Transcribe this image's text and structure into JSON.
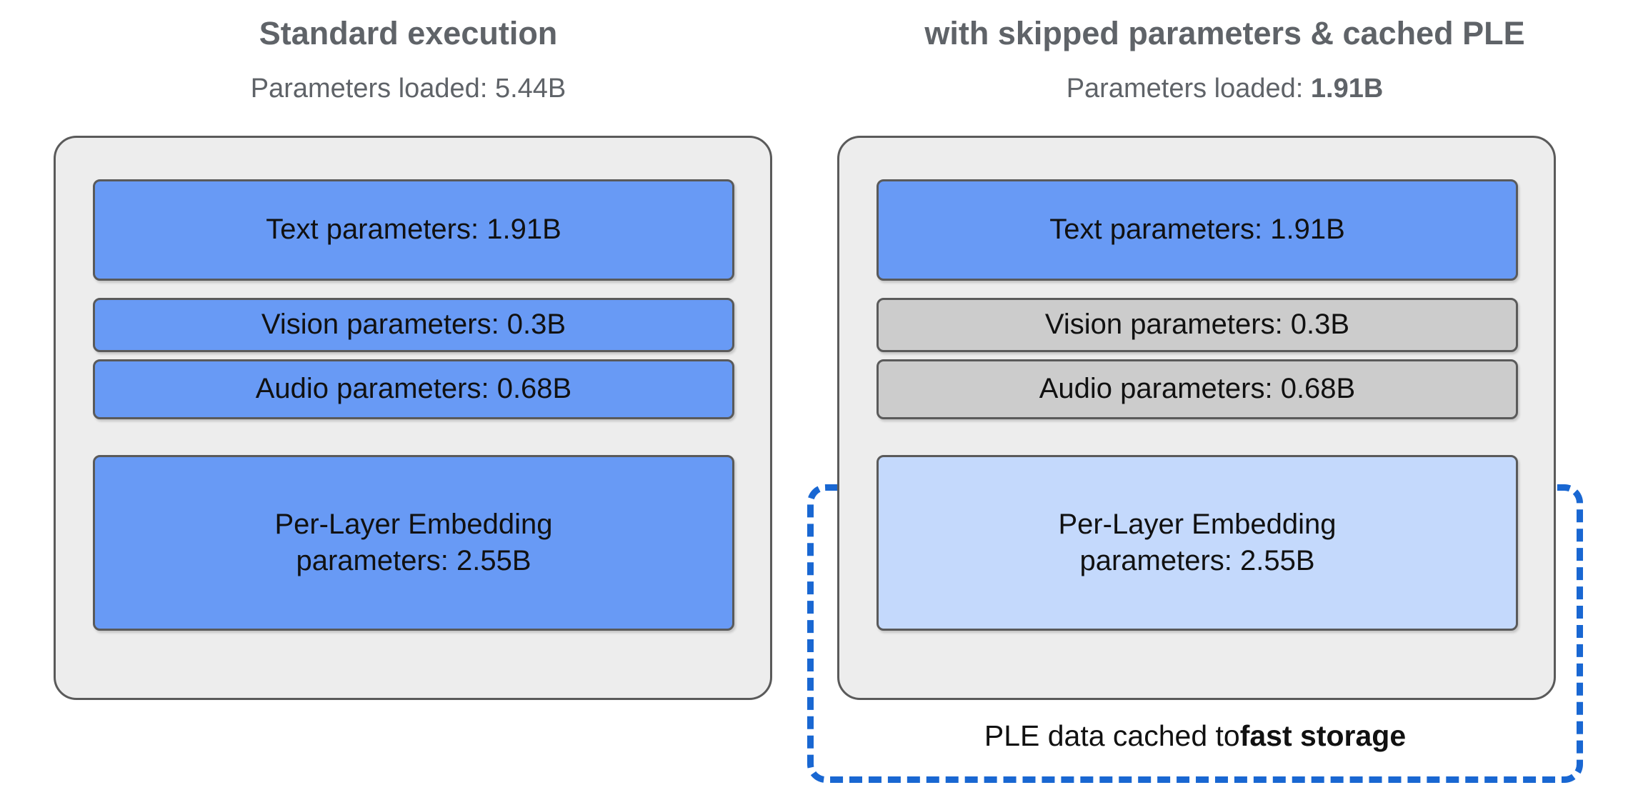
{
  "columns": [
    {
      "key": "standard",
      "title": "Standard execution",
      "subtitle_prefix": "Parameters loaded: ",
      "subtitle_value": "5.44B",
      "subtitle_value_bold": false,
      "blocks": [
        {
          "name": "text",
          "label": "Text parameters: 1.91B",
          "state": "loaded",
          "color": "#689AF5"
        },
        {
          "name": "vision",
          "label": "Vision parameters: 0.3B",
          "state": "loaded",
          "color": "#689AF5"
        },
        {
          "name": "audio",
          "label": "Audio parameters: 0.68B",
          "state": "loaded",
          "color": "#689AF5"
        },
        {
          "name": "ple",
          "label_line1": "Per-Layer Embedding",
          "label_line2": "parameters: 2.55B",
          "state": "loaded",
          "color": "#689AF5"
        }
      ]
    },
    {
      "key": "optimized",
      "title": "with skipped parameters & cached PLE",
      "subtitle_prefix": "Parameters loaded: ",
      "subtitle_value": "1.91B",
      "subtitle_value_bold": true,
      "blocks": [
        {
          "name": "text",
          "label": "Text parameters: 1.91B",
          "state": "loaded",
          "color": "#689AF5"
        },
        {
          "name": "vision",
          "label": "Vision parameters: 0.3B",
          "state": "skipped",
          "color": "#CCCCCC"
        },
        {
          "name": "audio",
          "label": "Audio parameters: 0.68B",
          "state": "skipped",
          "color": "#CCCCCC"
        },
        {
          "name": "ple",
          "label_line1": "Per-Layer Embedding",
          "label_line2": "parameters: 2.55B",
          "state": "cached",
          "color": "#C4D9FC"
        }
      ]
    }
  ],
  "cache_region": {
    "caption_prefix": "PLE data cached to ",
    "caption_emphasis": "fast storage",
    "border_color": "#1967D2",
    "border_style": "dashed"
  },
  "palette": {
    "loaded_blue": "#689AF5",
    "skipped_grey": "#CCCCCC",
    "cached_light_blue": "#C4D9FC",
    "panel_background": "#EDEDED",
    "panel_border": "#5A5A5A",
    "heading_text": "#5F6368",
    "body_text": "#111111",
    "page_background": "#FFFFFF"
  }
}
